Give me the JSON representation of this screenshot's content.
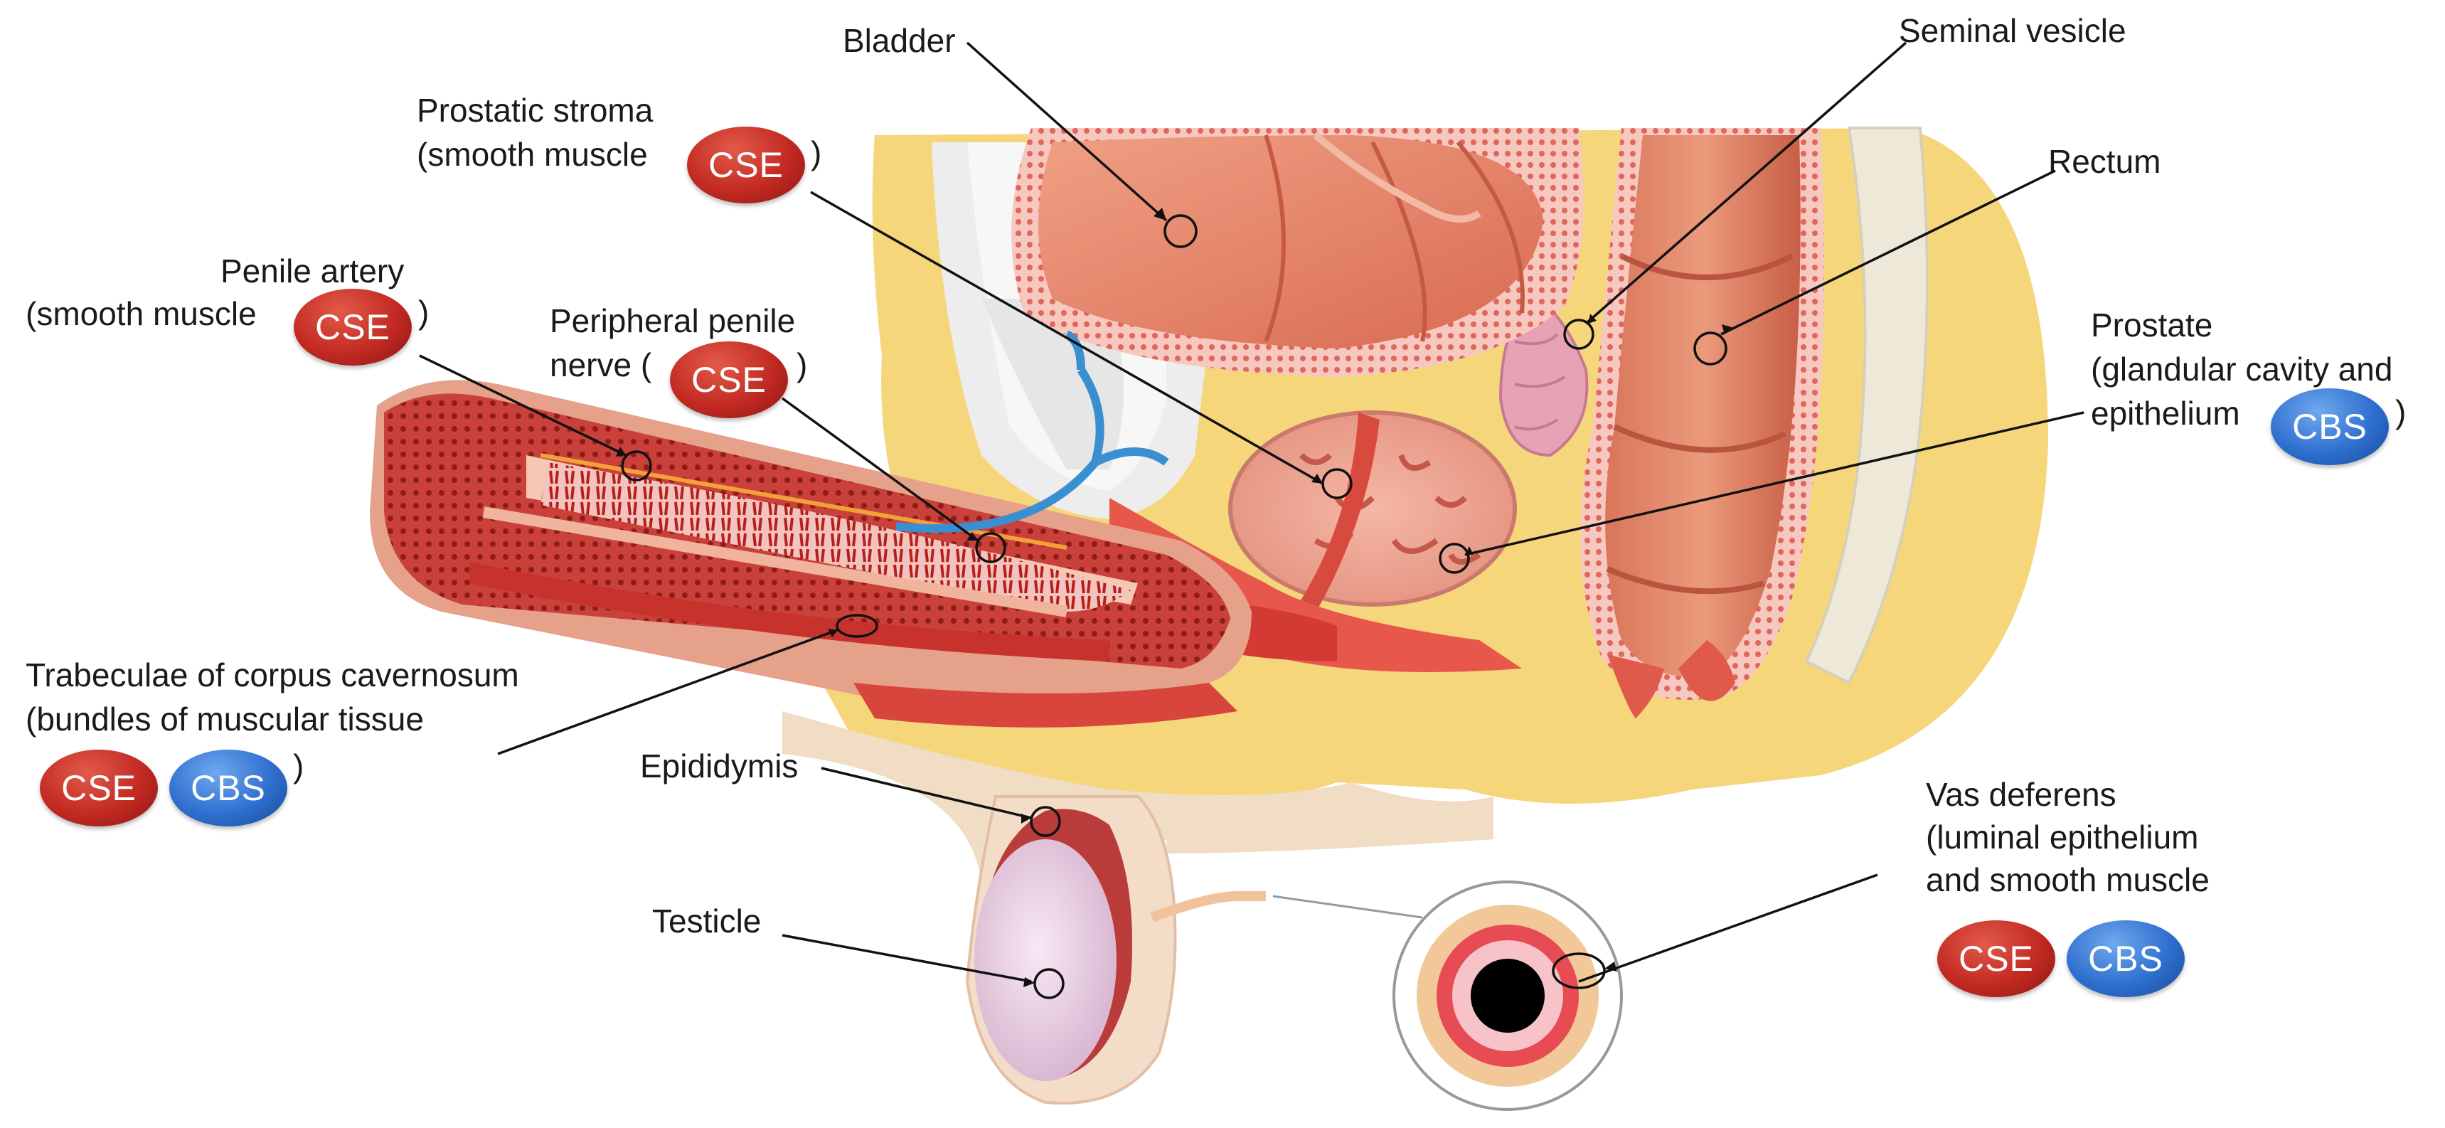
{
  "labels": {
    "bladder": "Bladder",
    "seminal_vesicle": "Seminal vesicle",
    "rectum": "Rectum",
    "prostatic_stroma_l1": "Prostatic stroma",
    "prostatic_stroma_l2": "(smooth muscle",
    "penile_artery_l1": "Penile artery",
    "penile_artery_l2": "(smooth muscle",
    "peripheral_nerve_l1": "Peripheral penile",
    "peripheral_nerve_l2": "nerve (",
    "prostate_l1": "Prostate",
    "prostate_l2": "(glandular cavity and",
    "prostate_l3": "epithelium",
    "trabeculae_l1": "Trabeculae of corpus cavernosum",
    "trabeculae_l2": "(bundles of muscular tissue",
    "epididymis": "Epididymis",
    "testicle": "Testicle",
    "vas_l1": "Vas deferens",
    "vas_l2": "(luminal epithelium",
    "vas_l3": "and smooth muscle",
    "close_paren": ")"
  },
  "badges": {
    "cse": "CSE",
    "cbs": "CBS"
  },
  "colors": {
    "cse": "#c22a22",
    "cbs": "#2f6fcf",
    "fat": "#f6d67a",
    "tissue": "#e8806a",
    "muscle": "#d9443a",
    "nerve": "#3a8fd0",
    "leader": "#111111"
  }
}
